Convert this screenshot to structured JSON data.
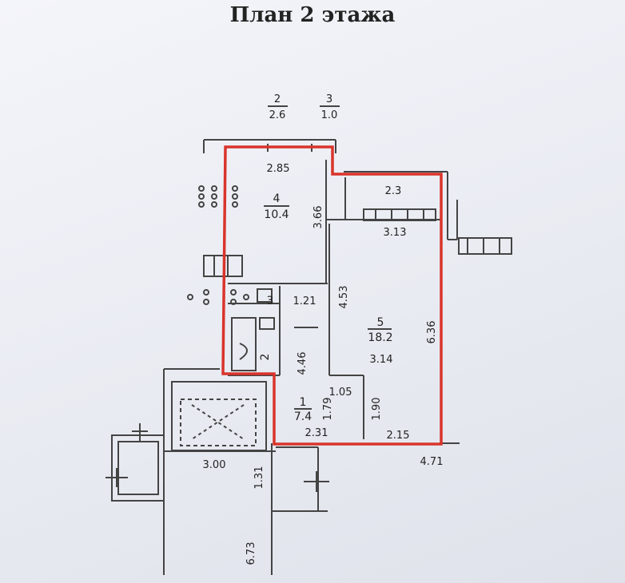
{
  "title": "План 2 этажа",
  "colors": {
    "outline": "#d9342b",
    "walls": "#444444",
    "paper": "#f1f2f7",
    "text": "#222222"
  },
  "legend": [
    {
      "number": "2",
      "area": "2.6"
    },
    {
      "number": "3",
      "area": "1.0"
    }
  ],
  "rooms": [
    {
      "number": "4",
      "area": "10.4"
    },
    {
      "number": "5",
      "area": "18.2"
    },
    {
      "number": "1",
      "area": "7.4"
    },
    {
      "number": "3"
    },
    {
      "number": "2"
    }
  ],
  "dimensions": [
    "2.85",
    "3.66",
    "2.3",
    "3.13",
    "4.53",
    "6.36",
    "1.21",
    "3.14",
    "4.46",
    "1.05",
    "1.79",
    "1.90",
    "2.31",
    "2.15",
    "4.71",
    "3.00",
    "1.31",
    "6.73"
  ]
}
